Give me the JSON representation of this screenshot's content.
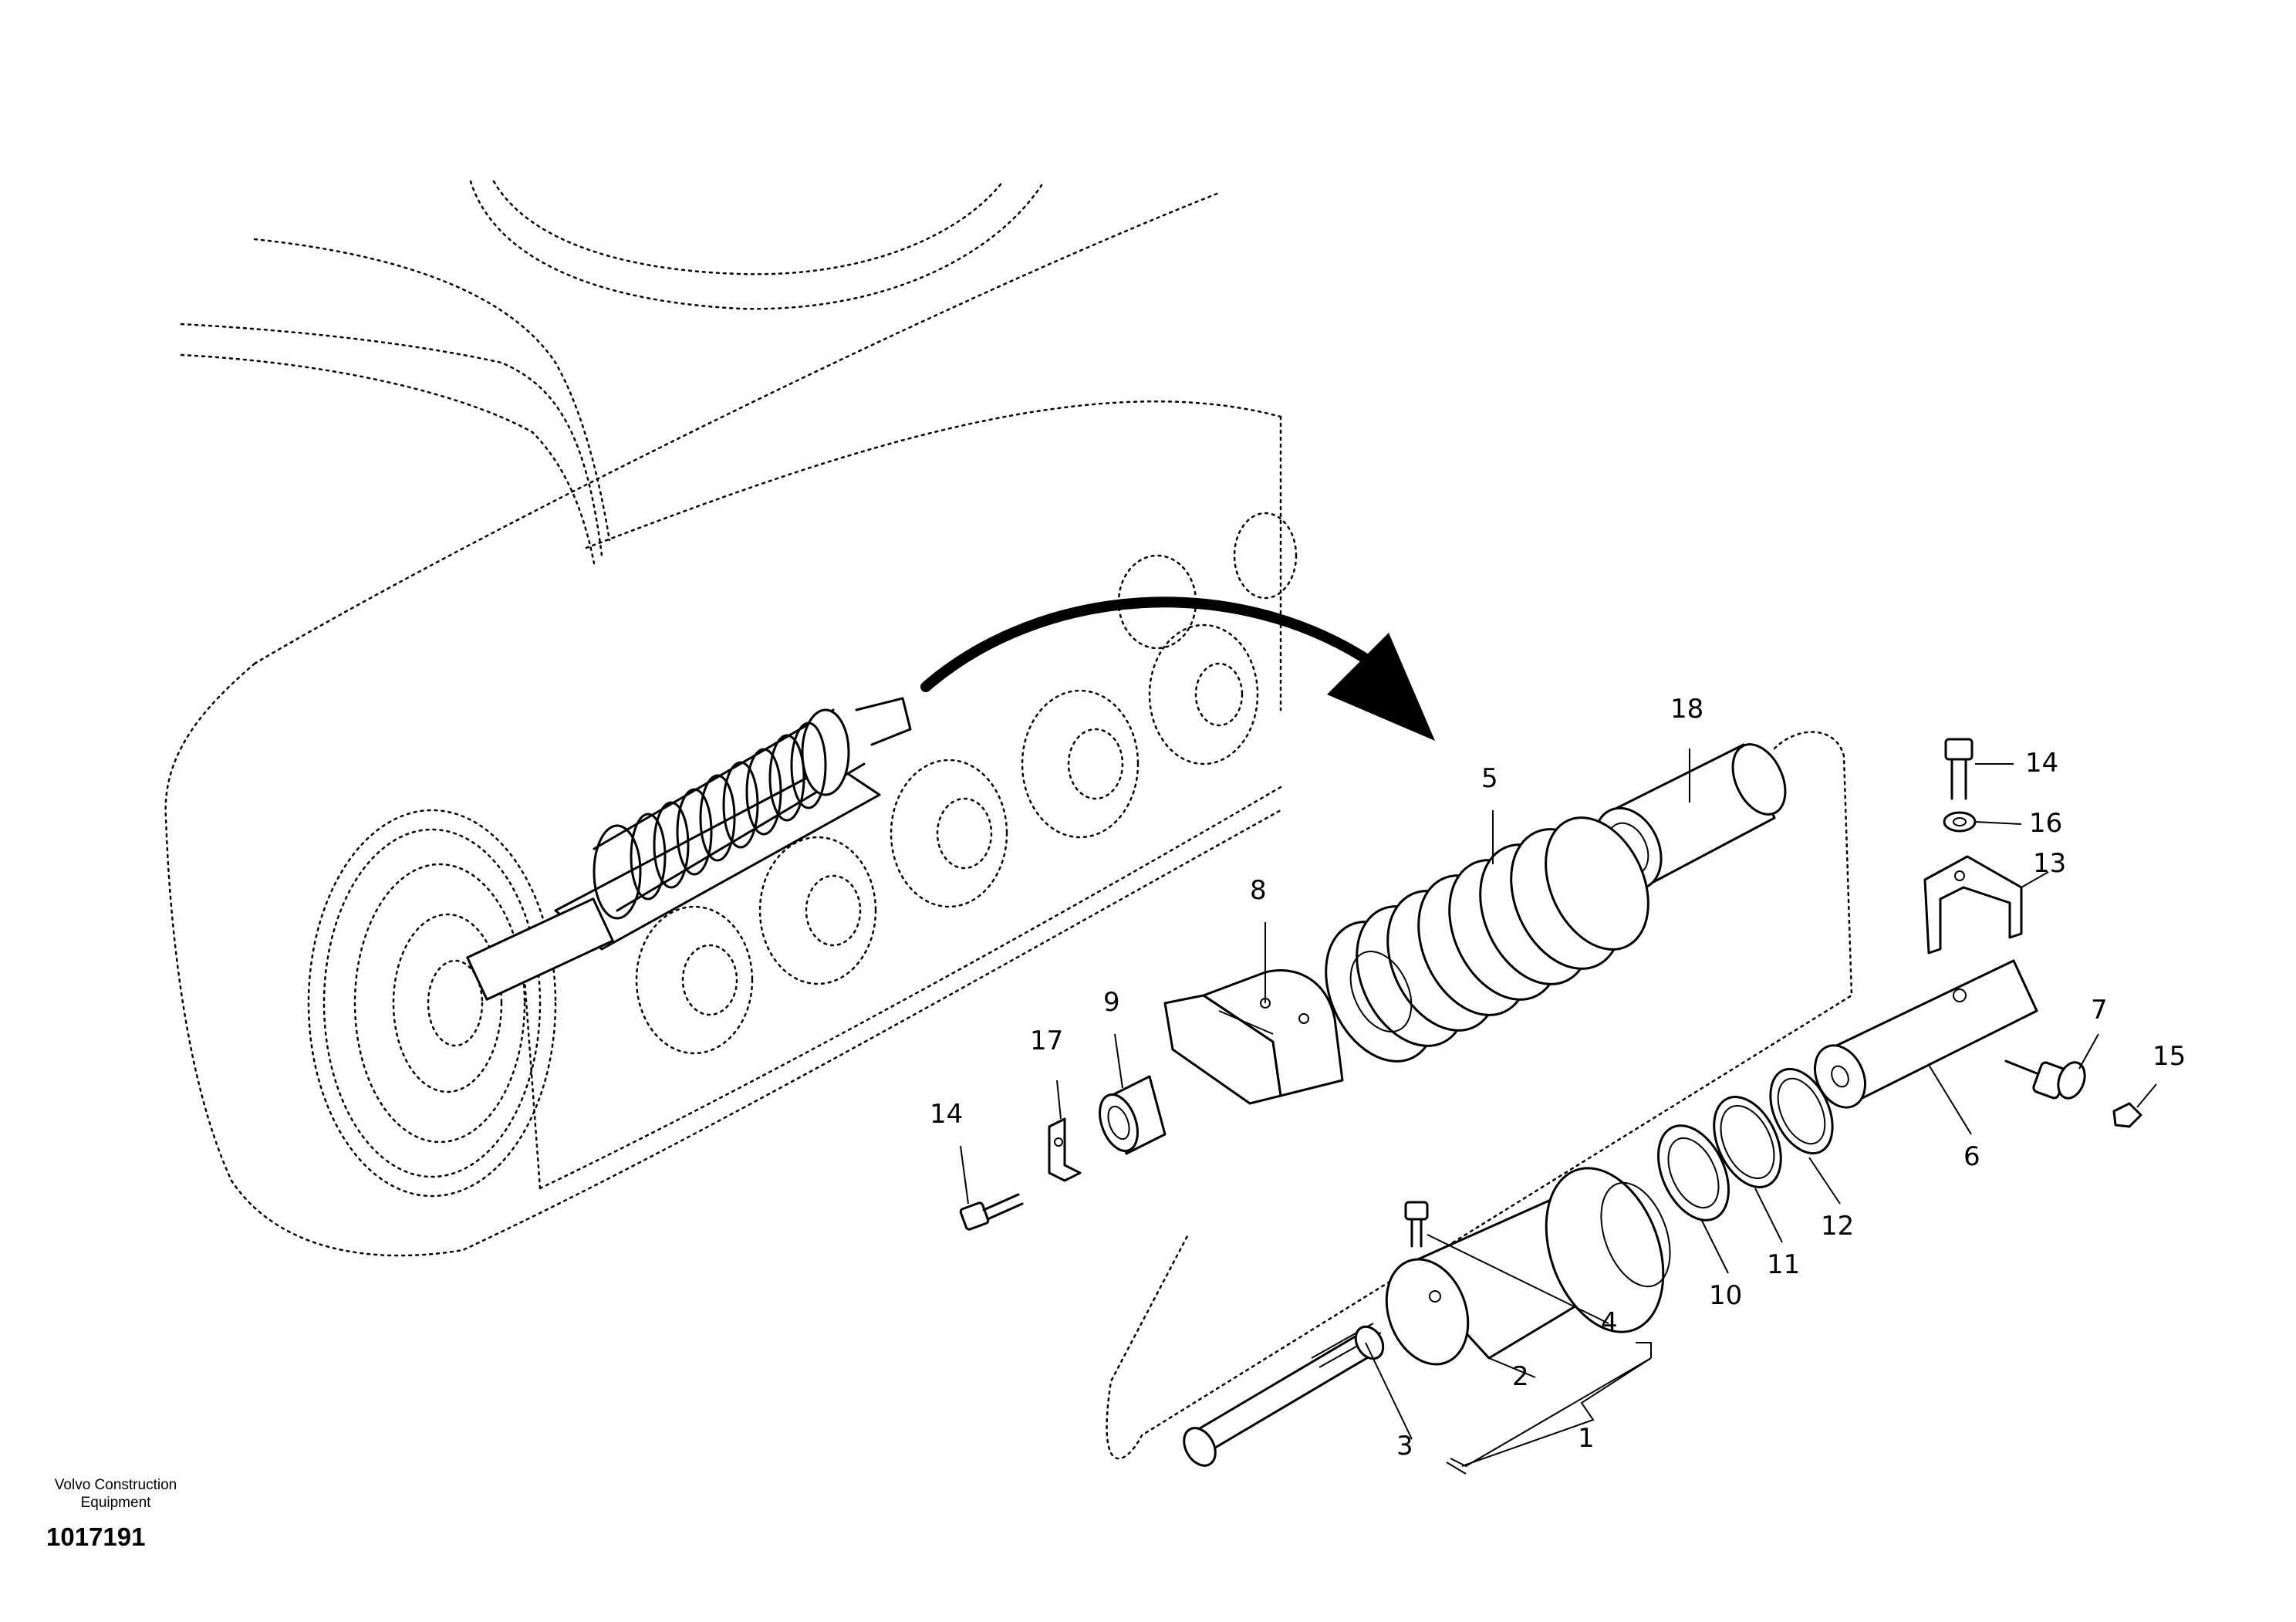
{
  "footer": {
    "company_line1": "Volvo Construction",
    "company_line2": "Equipment",
    "drawing_number": "1017191"
  },
  "callouts": {
    "c1": "1",
    "c2": "2",
    "c3": "3",
    "c4": "4",
    "c5": "5",
    "c6": "6",
    "c7": "7",
    "c8": "8",
    "c9": "9",
    "c10": "10",
    "c11": "11",
    "c12": "12",
    "c13": "13",
    "c14a": "14",
    "c14b": "14",
    "c15": "15",
    "c16": "16",
    "c17": "17",
    "c18": "18"
  }
}
